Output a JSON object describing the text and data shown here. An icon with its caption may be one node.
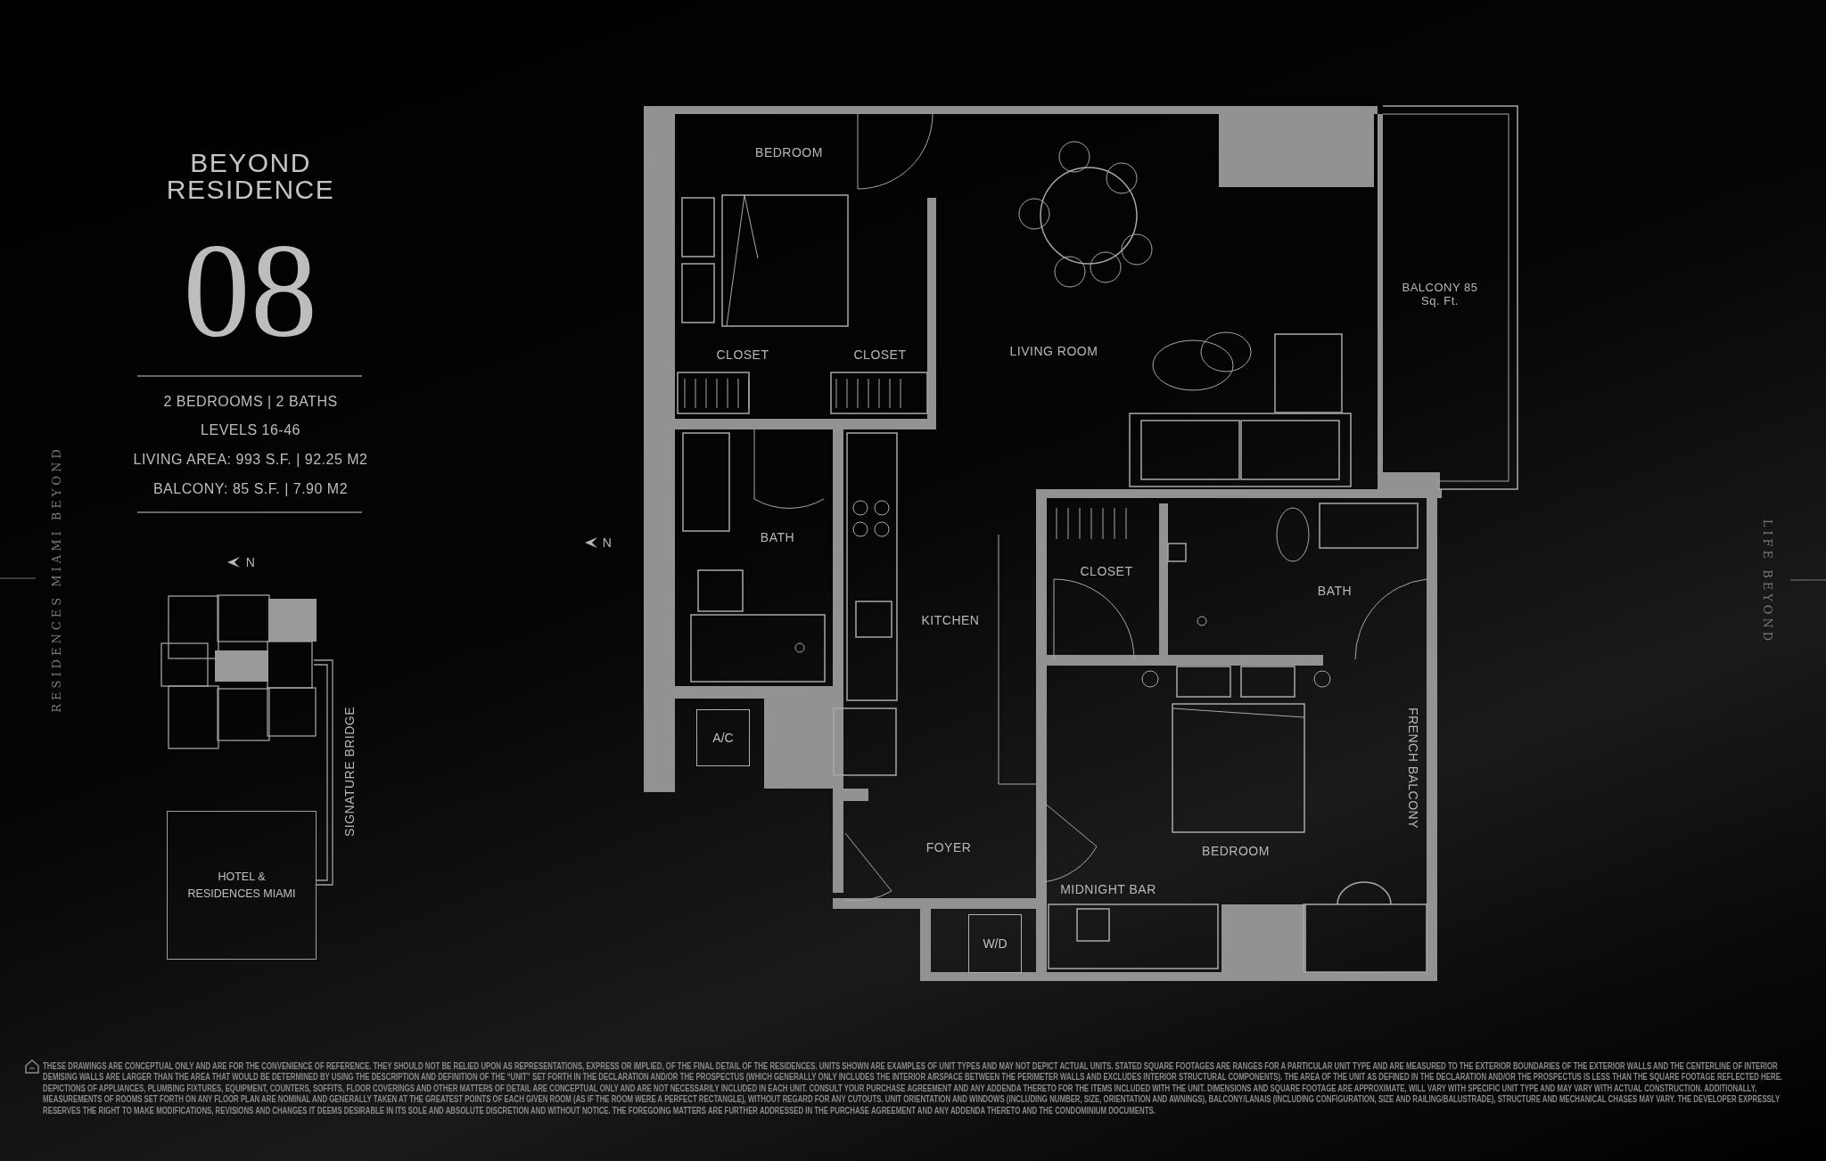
{
  "diagram": {
    "nodes": [
      {
        "text": [
          "A/C"
        ]
      },
      {
        "text": [
          "W/D"
        ]
      },
      {
        "text": [
          "HOTEL & RESIDENCES MIAMI"
        ]
      }
    ],
    "edges": [],
    "labels": [
      "RESIDENCES MIAMI BEYOND",
      "BEYOND RESIDENCE",
      "08",
      "2 BEDROOMS | 2 BATHS",
      "LEVELS 16-46",
      "LIVING AREA: 993 S.F. | 92.25  M2",
      "BALCONY: 85 S.F. | 7.90  M2",
      "N",
      "SIGNATURE BRIDGE",
      "N",
      "BEDROOM",
      "LIVING ROOM",
      "BALCONY 85 Sq. Ft.",
      "CLOSET",
      "CLOSET",
      "BATH",
      "KITCHEN",
      "CLOSET",
      "BATH",
      "FRENCH BALCONY",
      "FOYER",
      "BEDROOM",
      "MIDNIGHT BAR",
      "LIFE BEYOND",
      "THESE DRAWINGS ARE CONCEPTUAL ONLY AND ARE FOR THE CONVENIENCE OF REFERENCE. THEY SHOULD NOT BE RELIED UPON AS REPRESENTATIONS, EXPRESS OR IMPLIED, OF THE FINAL DETAIL OF THE RESIDENCES. UNITS SHOWN ARE EXAMPLES OF UNIT TYPES AND MAY NOT DEPICT ACTUAL UNITS. STATED SQUARE FOOTAGES ARE RANGES FOR A PARTICULAR UNIT TYPE AND ARE MEASURED TO THE EXTERIOR BOUNDARIES OF THE EXTERIOR WALLS AND THE CENTERLINE OF INTERIOR DEMISING WALLS ARE LARGER THAN THE AREA THAT WOULD BE DETERMINED BY USING THE DESCRIPTION AND DEFINITION OF THE “UNIT” SET FORTH IN THE DECLARATION AND/OR THE PROSPECTUS (WHICH GENERALLY ONLY INCLUDES THE INTERIOR AIRSPACE BETWEEN THE PERIMETER WALLS AND EXCLUDES INTERIOR STRUCTURAL COMPONENTS). THE AREA OF THE UNIT AS DEFINED IN THE DECLARATION AND/OR THE PROSPECTUS IS LESS THAN THE SQUARE FOOTAGE REFLECTED HERE. DEPICTIONS OF APPLIANCES, PLUMBING FIXTURES, EQUIPMENT, COUNTERS, SOFFITS, FLOOR COVERINGS AND OTHER MATTERS OF DETAIL ARE CONCEPTUAL ONLY AND ARE NOT NECESSARILY INCLUDED IN EACH UNIT. CONSULT YOUR PURCHASE AGREEMENT AND ANY ADDENDA THERETO FOR THE ITEMS INCLUDED WITH THE UNIT. DIMENSIONS AND SQUARE FOOTAGE ARE APPROXIMATE, WILL VARY WITH SPECIFIC UNIT TYPE AND MAY VARY WITH ACTUAL CONSTRUCTION. ADDITIONALLY, MEASUREMENTS OF ROOMS SET FORTH ON ANY FLOOR PLAN ARE NOMINAL AND GENERALLY TAKEN AT THE GREATEST POINTS OF EACH GIVEN ROOM (AS IF THE ROOM WERE A PERFECT RECTANGLE), WITHOUT REGARD FOR ANY CUTOUTS. UNIT ORIENTATION AND WINDOWS (INCLUDING NUMBER, SIZE, ORIENTATION AND AWNINGS), BALCONY/LANAIS (INCLUDING CONFIGURATION, SIZE AND RAILING/BALUSTRADE), STRUCTURE AND MECHANICAL CHASES MAY VARY. THE DEVELOPER EXPRESSLY RESERVES THE RIGHT TO MAKE MODIFICATIONS, REVISIONS AND CHANGES IT DEEMS DESIRABLE IN ITS SOLE AND ABSOLUTE DISCRETION AND WITHOUT NOTICE. THE FOREGOING MATTERS ARE FURTHER ADDRESSED IN THE PURCHASE AGREEMENT AND ANY ADDENDA THERETO AND THE CONDOMINIUM DOCUMENTS."
    ]
  }
}
